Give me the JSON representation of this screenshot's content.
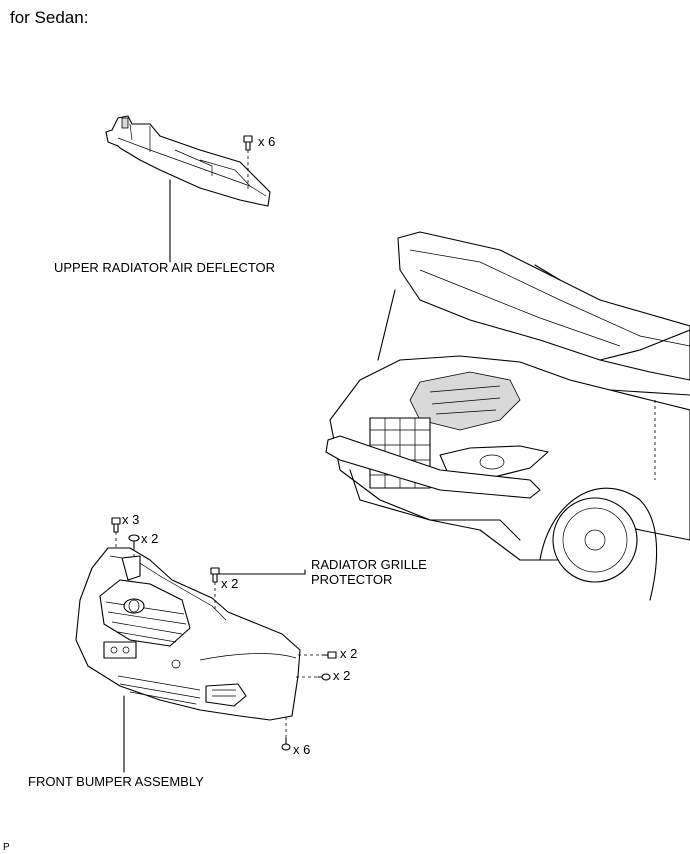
{
  "heading": "for Sedan:",
  "labels": {
    "upper_deflector": "UPPER RADIATOR AIR DEFLECTOR",
    "grille_protector_line1": "RADIATOR GRILLE",
    "grille_protector_line2": "PROTECTOR",
    "front_bumper": "FRONT BUMPER ASSEMBLY"
  },
  "quantities": {
    "deflector_clips": "x 6",
    "bumper_top_clips": "x 3",
    "bumper_top_screws": "x 2",
    "grille_clips": "x 2",
    "side_screws_upper": "x 2",
    "side_screws_lower": "x 2",
    "bottom_screws": "x 6"
  },
  "footer_code": "P"
}
